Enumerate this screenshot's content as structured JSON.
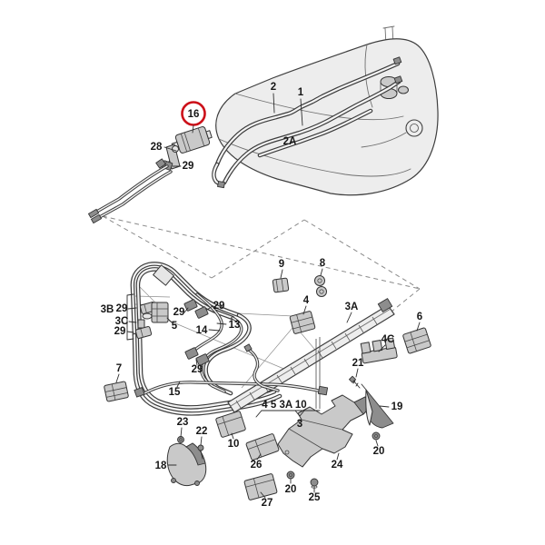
{
  "diagram": {
    "kind": "exploded-parts-diagram",
    "background_color": "#ffffff",
    "line_color": "#3c3c3c",
    "highlight": {
      "part": "16",
      "color": "#cc1019",
      "shape": "circle"
    },
    "callouts": [
      {
        "id": "c16",
        "text": "16",
        "highlighted": true
      },
      {
        "id": "c28",
        "text": "28"
      },
      {
        "id": "c29a",
        "text": "29"
      },
      {
        "id": "c2",
        "text": "2"
      },
      {
        "id": "c1",
        "text": "1"
      },
      {
        "id": "c2A",
        "text": "2A"
      },
      {
        "id": "c3B",
        "text": "3B"
      },
      {
        "id": "c29b",
        "text": "29"
      },
      {
        "id": "c3C",
        "text": "3C"
      },
      {
        "id": "c29c",
        "text": "29"
      },
      {
        "id": "c5",
        "text": "5"
      },
      {
        "id": "c29d",
        "text": "29"
      },
      {
        "id": "c29e",
        "text": "29"
      },
      {
        "id": "c13",
        "text": "13"
      },
      {
        "id": "c14",
        "text": "14"
      },
      {
        "id": "c29f",
        "text": "29"
      },
      {
        "id": "c9",
        "text": "9"
      },
      {
        "id": "c8",
        "text": "8"
      },
      {
        "id": "c4",
        "text": "4"
      },
      {
        "id": "c3A",
        "text": "3A"
      },
      {
        "id": "c6",
        "text": "6"
      },
      {
        "id": "c4C",
        "text": "4C"
      },
      {
        "id": "c7",
        "text": "7"
      },
      {
        "id": "c15",
        "text": "15"
      },
      {
        "id": "c21",
        "text": "21"
      },
      {
        "id": "c19",
        "text": "19"
      },
      {
        "id": "c23",
        "text": "23"
      },
      {
        "id": "c22",
        "text": "22"
      },
      {
        "id": "c18",
        "text": "18"
      },
      {
        "id": "c10",
        "text": "10"
      },
      {
        "id": "c26",
        "text": "26"
      },
      {
        "id": "c27",
        "text": "27"
      },
      {
        "id": "c24",
        "text": "24"
      },
      {
        "id": "c20a",
        "text": "20"
      },
      {
        "id": "c25",
        "text": "25"
      },
      {
        "id": "c20b",
        "text": "20"
      },
      {
        "id": "cgrp",
        "text": "4 5 3A 10"
      },
      {
        "id": "c3",
        "text": "3"
      }
    ]
  }
}
